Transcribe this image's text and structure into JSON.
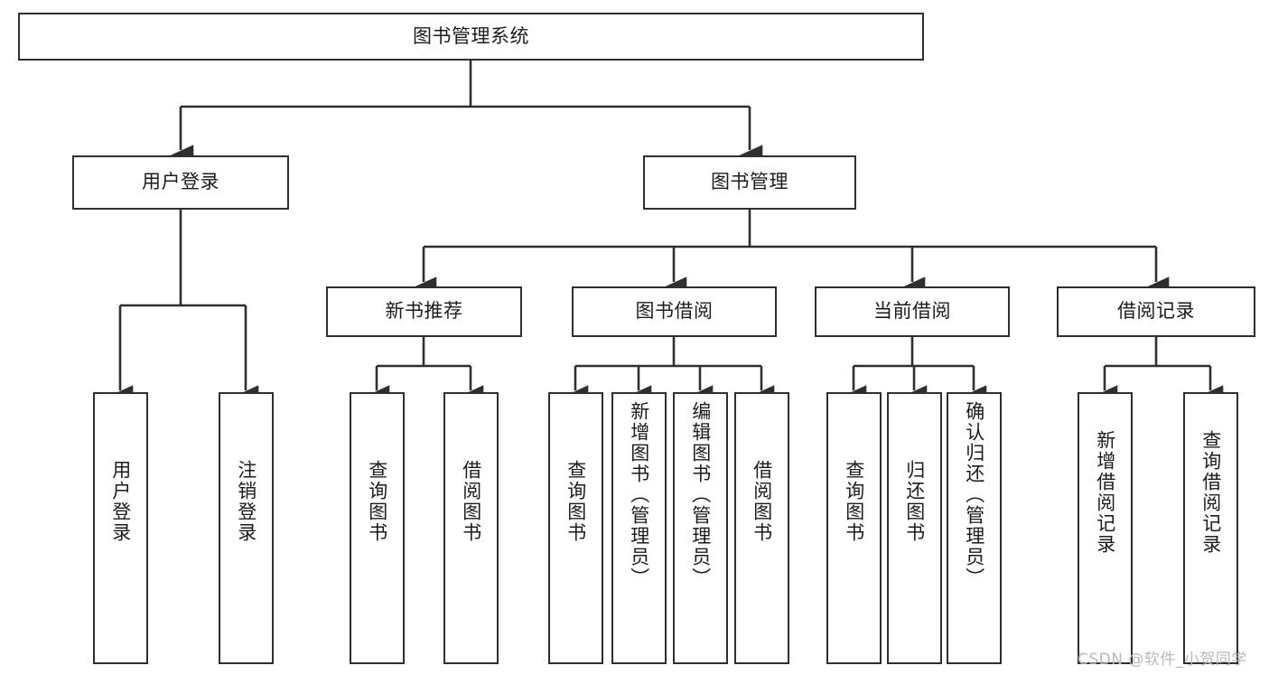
{
  "diagram": {
    "title_node": {
      "label": "图书管理系统"
    },
    "level1": [
      {
        "id": "user-login",
        "label": "用户登录"
      },
      {
        "id": "book-manage",
        "label": "图书管理"
      }
    ],
    "level2": [
      {
        "id": "new-book-recommend",
        "label": "新书推荐"
      },
      {
        "id": "book-borrow",
        "label": "图书借阅"
      },
      {
        "id": "current-borrow",
        "label": "当前借阅"
      },
      {
        "id": "borrow-record",
        "label": "借阅记录"
      }
    ],
    "leaves": [
      {
        "id": "leaf-user-login",
        "label": "用户登录",
        "parent": "user-login"
      },
      {
        "id": "leaf-logout",
        "label": "注销登录",
        "parent": "user-login"
      },
      {
        "id": "leaf-query-book-1",
        "label": "查询图书",
        "parent": "new-book-recommend"
      },
      {
        "id": "leaf-borrow-book-1",
        "label": "借阅图书",
        "parent": "new-book-recommend"
      },
      {
        "id": "leaf-query-book-2",
        "label": "查询图书",
        "parent": "book-borrow"
      },
      {
        "id": "leaf-add-book",
        "label": "新增图书（管理员）",
        "parent": "book-borrow"
      },
      {
        "id": "leaf-edit-book",
        "label": "编辑图书（管理员）",
        "parent": "book-borrow"
      },
      {
        "id": "leaf-borrow-book-2",
        "label": "借阅图书",
        "parent": "book-borrow"
      },
      {
        "id": "leaf-query-book-3",
        "label": "查询图书",
        "parent": "current-borrow"
      },
      {
        "id": "leaf-return-book",
        "label": "归还图书",
        "parent": "current-borrow"
      },
      {
        "id": "leaf-confirm-return",
        "label": "确认归还（管理员）",
        "parent": "current-borrow"
      },
      {
        "id": "leaf-add-record",
        "label": "新增借阅记录",
        "parent": "borrow-record"
      },
      {
        "id": "leaf-query-record",
        "label": "查询借阅记录",
        "parent": "borrow-record"
      }
    ],
    "colors": {
      "stroke": "#2f2f2f",
      "text": "#1c1c1c",
      "background": "#ffffff",
      "watermark": "#b9b9b9"
    }
  },
  "watermark": {
    "text": "CSDN @软件_小贺同学"
  }
}
